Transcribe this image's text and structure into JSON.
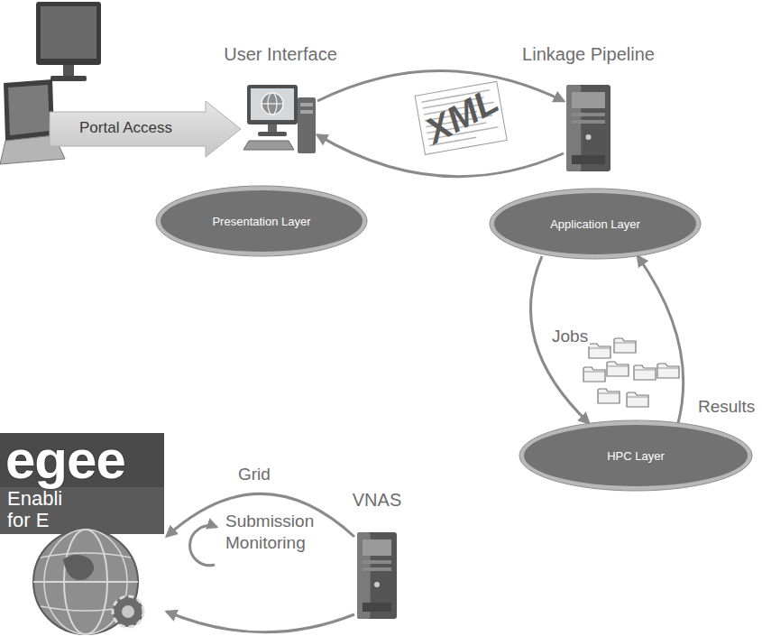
{
  "diagram": {
    "nodes": [
      {
        "text": [
          "User Interface"
        ]
      },
      {
        "text": [
          "Linkage Pipeline"
        ]
      },
      {
        "text": [
          "Presentation Layer"
        ]
      },
      {
        "text": [
          "Application Layer"
        ]
      },
      {
        "text": [
          "HPC Layer"
        ]
      },
      {
        "text": [
          "VNAS"
        ]
      },
      {
        "text": [
          "egee",
          "Enabli",
          "for E"
        ]
      }
    ],
    "edges": [
      {
        "from": 0,
        "to": 1,
        "arrow": "to"
      },
      {
        "from": 1,
        "to": 0,
        "arrow": "to"
      },
      {
        "from": 3,
        "to": 4,
        "label": "Jobs",
        "arrow": "to"
      },
      {
        "from": 4,
        "to": 3,
        "label": "Results",
        "arrow": "to"
      },
      {
        "from": 5,
        "to": 6,
        "label": "Grid",
        "arrow": "to"
      },
      {
        "from": 5,
        "to": 6,
        "arrow": "to"
      }
    ],
    "labels": [
      "Portal Access",
      "XML",
      "Submission Monitoring"
    ]
  }
}
